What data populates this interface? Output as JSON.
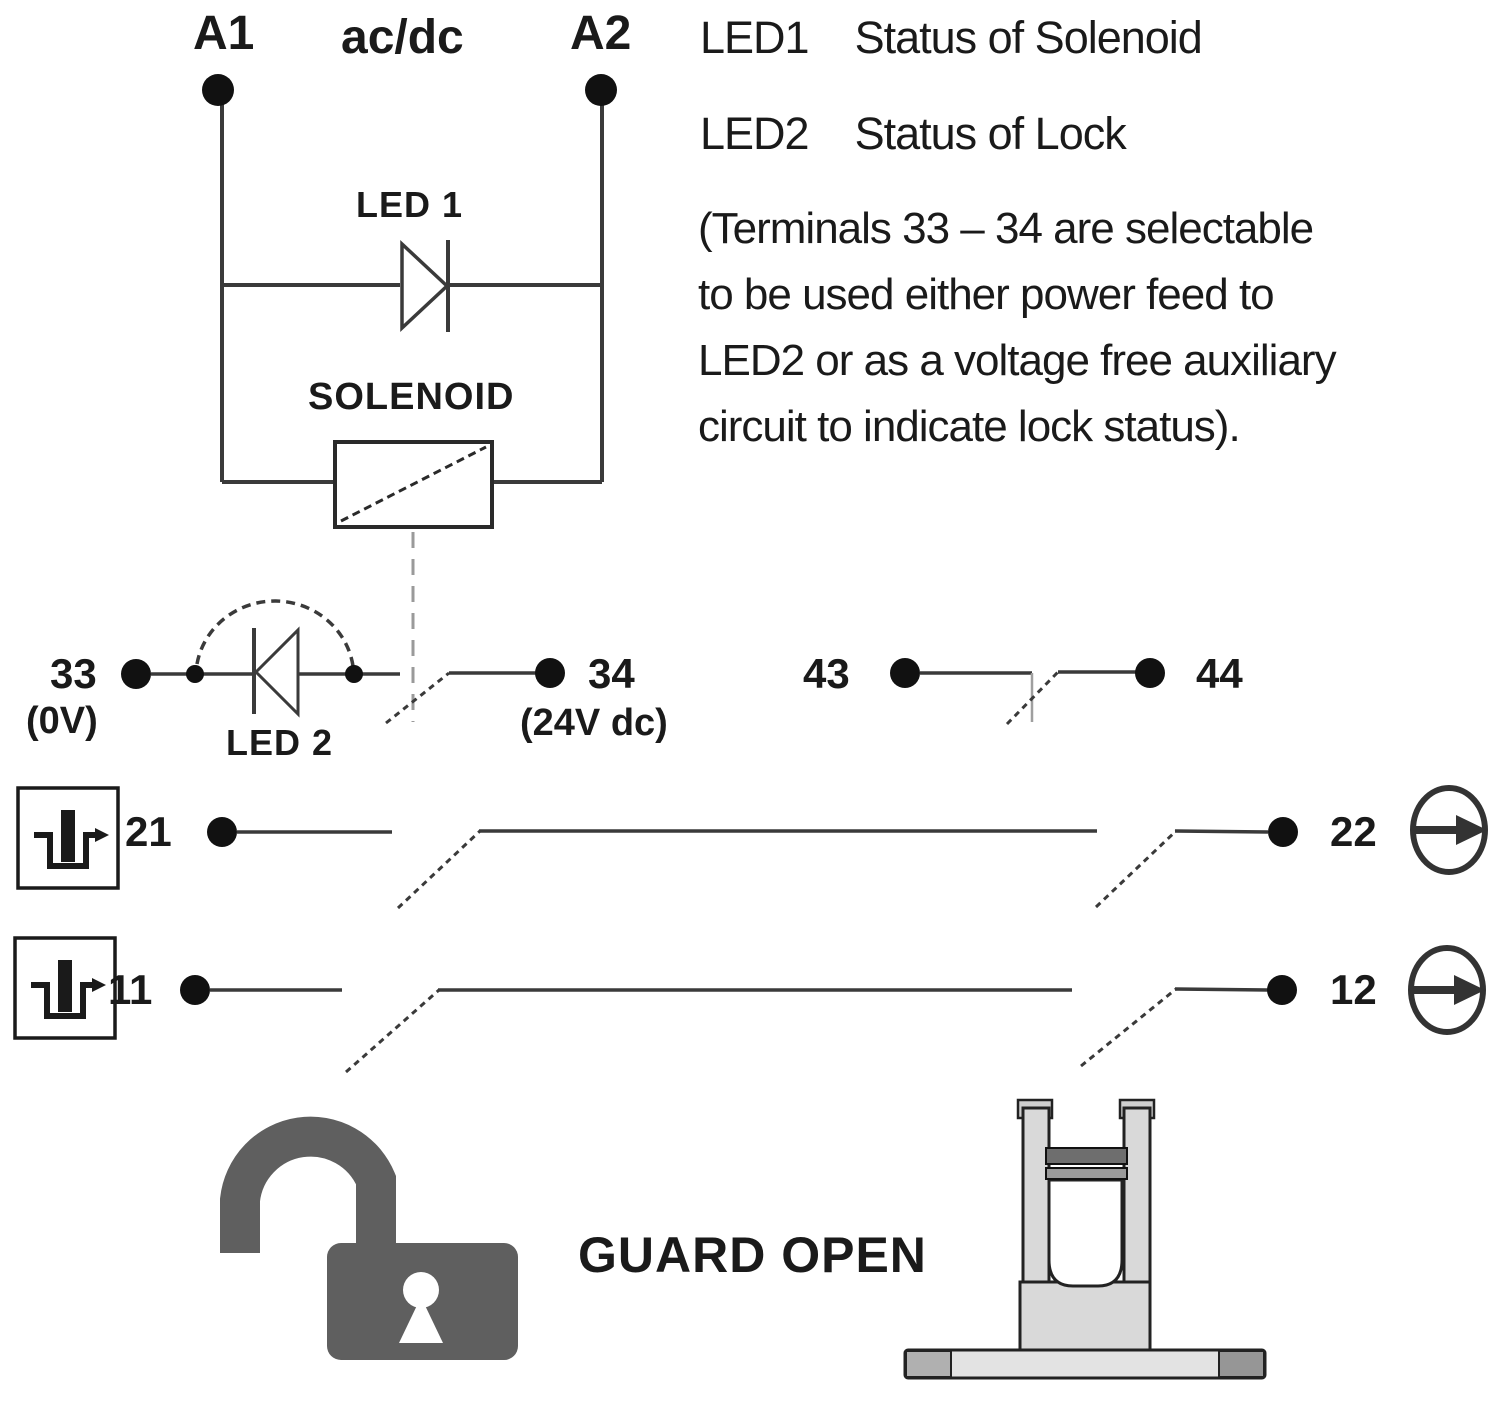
{
  "top_circuit": {
    "a1": "A1",
    "acdc": "ac/dc",
    "a2": "A2",
    "led1": "LED 1",
    "solenoid": "SOLENOID"
  },
  "legend": {
    "led1_label": "LED1",
    "led1_desc": "Status of Solenoid",
    "led2_label": "LED2",
    "led2_desc": "Status of Lock",
    "note_lines": [
      "(Terminals 33 – 34 are selectable",
      "to be used either power feed to",
      "LED2 or as a voltage free auxiliary",
      "circuit to indicate lock status)."
    ]
  },
  "lock_circuit": {
    "t33": "33",
    "t33_sub": "(0V)",
    "led2": "LED 2",
    "t34": "34",
    "t34_sub": "(24V dc)",
    "t43": "43",
    "t44": "44"
  },
  "safety_contacts": {
    "t21": "21",
    "t22": "22",
    "t11": "11",
    "t12": "12"
  },
  "footer": {
    "guard_open": "GUARD OPEN"
  },
  "icons": {
    "tongue_actuator": "tongue-in-slot-icon",
    "direct_opening": "arrow-through-circle-icon",
    "padlock": "open-padlock-icon",
    "actuator": "guard-tongue-actuator"
  },
  "colors": {
    "line": "#3a3a3a",
    "text": "#1a1a1a",
    "dashed_link": "#9a9a9a",
    "padlock": "#5f5f5f",
    "actuator_fill": "#d9d9d9",
    "actuator_stroke": "#222222"
  }
}
